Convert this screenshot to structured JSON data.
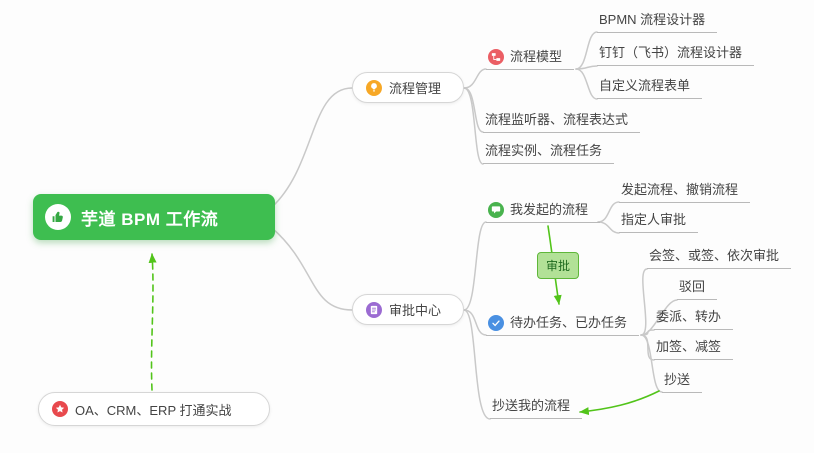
{
  "central": {
    "label": "芋道 BPM 工作流"
  },
  "badge": {
    "label": "审批"
  },
  "branches": {
    "process_mgmt": "流程管理",
    "process_model": "流程模型",
    "bpmn_designer": "BPMN 流程设计器",
    "dingtalk_designer": "钉钉（飞书）流程设计器",
    "custom_form": "自定义流程表单",
    "listener_expr": "流程监听器、流程表达式",
    "instance_task": "流程实例、流程任务",
    "approval_center": "审批中心",
    "my_initiated": "我发起的流程",
    "initiate_cancel": "发起流程、撤销流程",
    "designated_approver": "指定人审批",
    "todo_done": "待办任务、已办任务",
    "countersign": "会签、或签、依次审批",
    "reject": "驳回",
    "delegate_transfer": "委派、转办",
    "add_remove_sign": "加签、减签",
    "cc": "抄送",
    "cc_my_process": "抄送我的流程",
    "oa_crm_erp": "OA、CRM、ERP 打通实战"
  },
  "icons": {
    "central": "thumbs-up",
    "process_mgmt": "lightbulb",
    "process_model": "flowchart",
    "approval_center": "document-check",
    "my_initiated": "chat-bubble",
    "todo_done": "check",
    "oa_crm_erp": "star"
  },
  "colors": {
    "central_bg": "#3ebe50",
    "connector": "#c9c9c9",
    "underline": "#b9b9b9",
    "relation_green": "#52c41a",
    "icon_bulb": "#f7a826",
    "icon_model": "#eb5e64",
    "icon_approval": "#9b6bd2",
    "icon_initiated": "#49b34e",
    "icon_todo": "#4a90e2",
    "icon_star": "#e8494d",
    "badge_bg": "#b2e197",
    "badge_border": "#5fb73a",
    "badge_text": "#1f6b1f",
    "text": "#444444"
  }
}
